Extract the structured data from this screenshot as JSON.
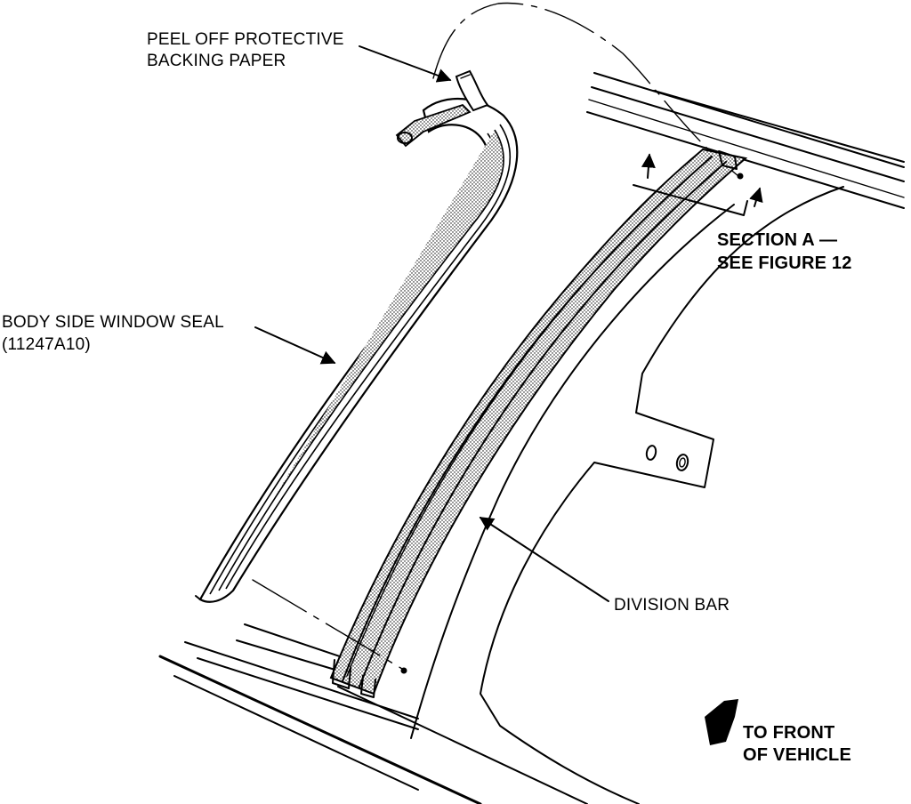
{
  "labels": {
    "peel_line1": "PEEL OFF PROTECTIVE",
    "peel_line2": "BACKING PAPER",
    "seal_line1": "BODY SIDE WINDOW SEAL",
    "seal_line2": "(11247A10)",
    "section_line1": "SECTION A —",
    "section_line2": "SEE FIGURE 12",
    "division_bar": "DIVISION BAR",
    "front_line1": "TO FRONT",
    "front_line2": "OF VEHICLE"
  },
  "icons": {
    "front_arrow": "front-direction-arrow-icon"
  },
  "colors": {
    "ink": "#000000",
    "paper": "#ffffff"
  }
}
